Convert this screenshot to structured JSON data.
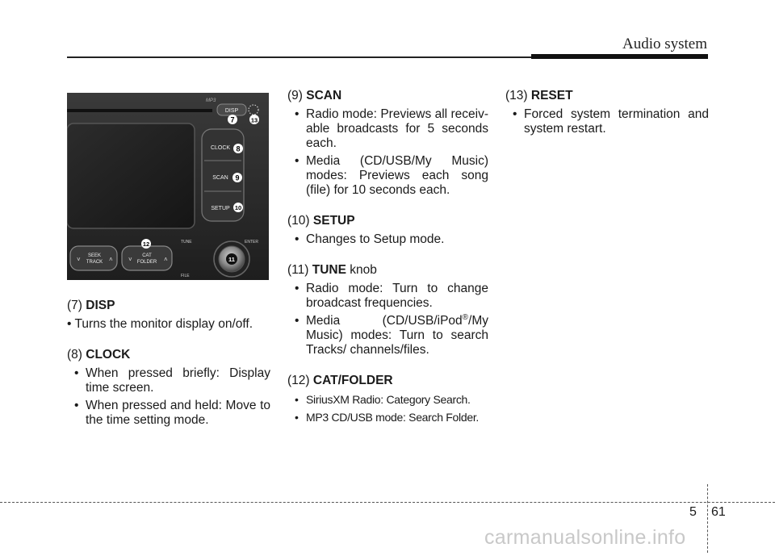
{
  "header": {
    "title": "Audio system"
  },
  "photo": {
    "disp": "DISP",
    "clock": "CLOCK",
    "scan": "SCAN",
    "setup": "SETUP",
    "seek_line1": "SEEK",
    "seek_line2": "TRACK",
    "cat_line1": "CAT",
    "cat_line2": "FOLDER",
    "tune": "TUNE",
    "enter": "ENTER",
    "file": "FILE",
    "mp3": "MP3",
    "callouts": [
      "7",
      "13",
      "8",
      "9",
      "10",
      "12",
      "11"
    ]
  },
  "sections": {
    "disp": {
      "num": "(7)",
      "name": "DISP",
      "item1": "• Turns the monitor display on/off."
    },
    "clock": {
      "num": "(8)",
      "name": "CLOCK",
      "item1": "When pressed briefly: Display time screen.",
      "item2": "When pressed and held: Move to the time setting mode."
    },
    "scan": {
      "num": "(9)",
      "name": "SCAN",
      "item1": "Radio mode: Previews all receiv-able broadcasts for 5 seconds each.",
      "item2": "Media (CD/USB/My Music) modes: Previews each song (file) for 10 seconds each."
    },
    "setup": {
      "num": "(10)",
      "name": "SETUP",
      "item1": "Changes to Setup mode."
    },
    "tune": {
      "num": "(11)",
      "name": "TUNE",
      "suffix": " knob",
      "item1": "Radio mode: Turn to change broadcast frequencies.",
      "item2_pre": "Media (CD/USB/iPod",
      "item2_sup": "®",
      "item2_post": "/My Music) modes: Turn to search Tracks/ channels/files."
    },
    "cat": {
      "num": "(12)",
      "name": "CAT/FOLDER",
      "item1": "SiriusXM Radio: Category Search.",
      "item2": "MP3 CD/USB mode: Search Folder."
    },
    "reset": {
      "num": "(13)",
      "name": "RESET",
      "item1": "Forced system termination and system restart."
    }
  },
  "footer": {
    "chapter": "5",
    "page": "61",
    "watermark": "carmanualsonline.info"
  }
}
